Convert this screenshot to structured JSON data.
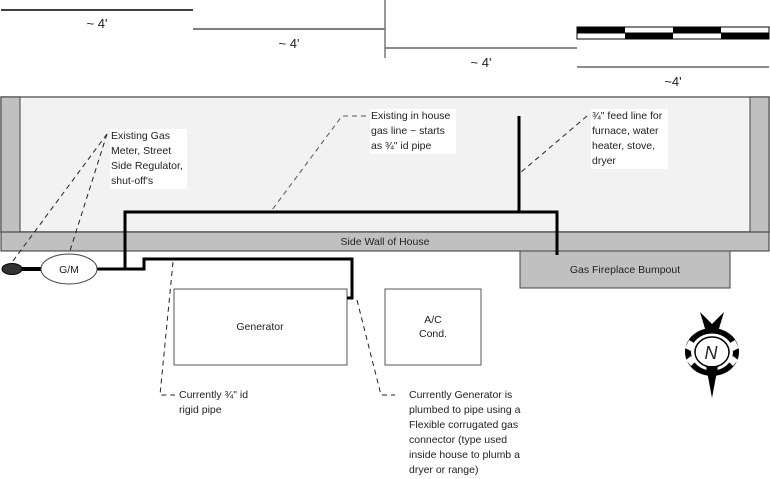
{
  "title": "Gas line layout sketch – side of house",
  "scale": {
    "segments": [
      {
        "label": "~ 4'"
      },
      {
        "label": "~ 4'"
      },
      {
        "label": "~ 4'"
      },
      {
        "label": "~4'"
      }
    ],
    "scale_bar_divisions": 4
  },
  "house": {
    "wall_label": "Side Wall of House",
    "bumpout_label": "Gas Fireplace Bumpout"
  },
  "equipment": {
    "gas_meter_label": "G/M",
    "generator_label": "Generator",
    "ac_label": "A/C\nCond."
  },
  "callouts": {
    "gas_meter": "Existing Gas\nMeter, Street\nSide Regulator,\nshut-off's",
    "in_house_line": "Existing in house\ngas line ~ starts\nas ¾\" id pipe",
    "feed_line": "¾\" feed line for\nfurnace, water\nheater, stove,\ndryer",
    "rigid_pipe": "Currently ¾\" id\nrigid pipe",
    "flex_connector": "Currently Generator is\nplumbed to pipe using a\nFlexible corrugated gas\nconnector (type used\ninside house to plumb a\ndryer or range)"
  },
  "compass": {
    "label": "N"
  },
  "colors": {
    "interior": "#f2f2f2",
    "wall": "#c0c0c0",
    "pipe": "#000000",
    "outline": "#666666"
  }
}
